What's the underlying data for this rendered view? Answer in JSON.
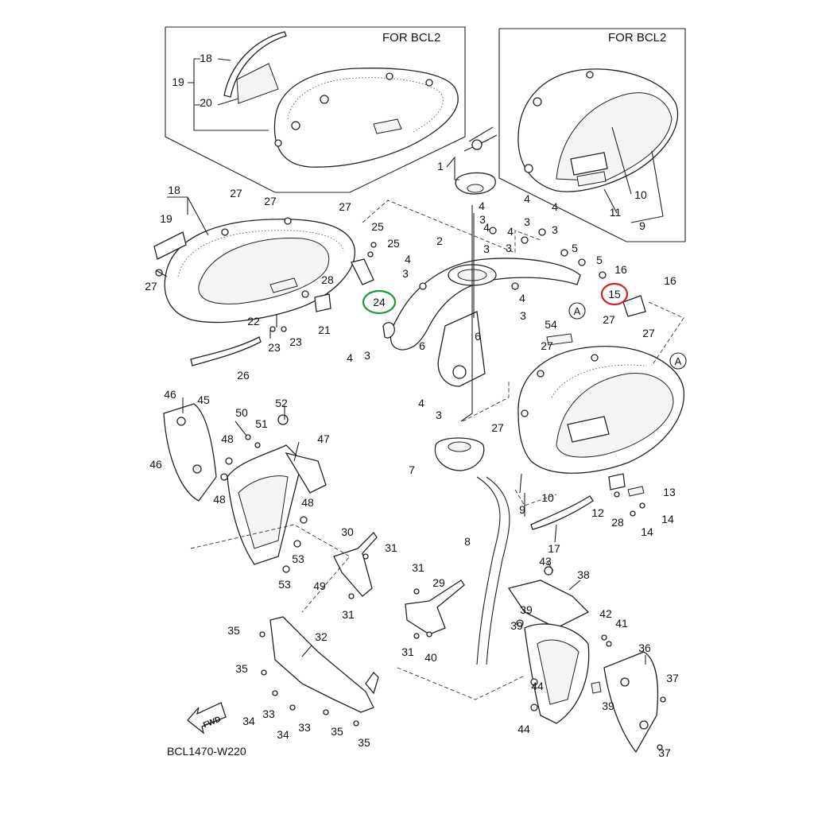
{
  "inset_left": {
    "title": "FOR BCL2"
  },
  "inset_right": {
    "title": "FOR BCL2"
  },
  "diagram_code": "BCL1470-W220",
  "fwd_label": "FWD",
  "ref_marker": "A",
  "highlights": [
    {
      "label": "24",
      "color": "#1a9a3a"
    },
    {
      "label": "15",
      "color": "#d42020"
    }
  ],
  "callouts": [
    {
      "label": "18"
    },
    {
      "label": "19"
    },
    {
      "label": "20"
    },
    {
      "label": "10"
    },
    {
      "label": "11"
    },
    {
      "label": "9"
    },
    {
      "label": "1"
    },
    {
      "label": "18"
    },
    {
      "label": "19"
    },
    {
      "label": "27"
    },
    {
      "label": "27"
    },
    {
      "label": "27"
    },
    {
      "label": "27"
    },
    {
      "label": "25"
    },
    {
      "label": "25"
    },
    {
      "label": "28"
    },
    {
      "label": "21"
    },
    {
      "label": "22"
    },
    {
      "label": "23"
    },
    {
      "label": "23"
    },
    {
      "label": "26"
    },
    {
      "label": "2"
    },
    {
      "label": "4"
    },
    {
      "label": "3"
    },
    {
      "label": "4"
    },
    {
      "label": "3"
    },
    {
      "label": "4"
    },
    {
      "label": "3"
    },
    {
      "label": "4"
    },
    {
      "label": "3"
    },
    {
      "label": "4"
    },
    {
      "label": "3"
    },
    {
      "label": "4"
    },
    {
      "label": "3"
    },
    {
      "label": "5"
    },
    {
      "label": "5"
    },
    {
      "label": "16"
    },
    {
      "label": "16"
    },
    {
      "label": "4"
    },
    {
      "label": "3"
    },
    {
      "label": "6"
    },
    {
      "label": "6"
    },
    {
      "label": "4"
    },
    {
      "label": "3"
    },
    {
      "label": "4"
    },
    {
      "label": "3"
    },
    {
      "label": "54"
    },
    {
      "label": "27"
    },
    {
      "label": "27"
    },
    {
      "label": "27"
    },
    {
      "label": "27"
    },
    {
      "label": "7"
    },
    {
      "label": "8"
    },
    {
      "label": "9"
    },
    {
      "label": "10"
    },
    {
      "label": "12"
    },
    {
      "label": "28"
    },
    {
      "label": "13"
    },
    {
      "label": "14"
    },
    {
      "label": "14"
    },
    {
      "label": "17"
    },
    {
      "label": "46"
    },
    {
      "label": "45"
    },
    {
      "label": "46"
    },
    {
      "label": "50"
    },
    {
      "label": "51"
    },
    {
      "label": "52"
    },
    {
      "label": "48"
    },
    {
      "label": "48"
    },
    {
      "label": "47"
    },
    {
      "label": "48"
    },
    {
      "label": "53"
    },
    {
      "label": "53"
    },
    {
      "label": "30"
    },
    {
      "label": "31"
    },
    {
      "label": "49"
    },
    {
      "label": "31"
    },
    {
      "label": "31"
    },
    {
      "label": "29"
    },
    {
      "label": "31"
    },
    {
      "label": "40"
    },
    {
      "label": "43"
    },
    {
      "label": "38"
    },
    {
      "label": "39"
    },
    {
      "label": "39"
    },
    {
      "label": "42"
    },
    {
      "label": "41"
    },
    {
      "label": "36"
    },
    {
      "label": "37"
    },
    {
      "label": "39"
    },
    {
      "label": "44"
    },
    {
      "label": "44"
    },
    {
      "label": "37"
    },
    {
      "label": "35"
    },
    {
      "label": "32"
    },
    {
      "label": "35"
    },
    {
      "label": "34"
    },
    {
      "label": "33"
    },
    {
      "label": "34"
    },
    {
      "label": "33"
    },
    {
      "label": "35"
    },
    {
      "label": "35"
    }
  ]
}
